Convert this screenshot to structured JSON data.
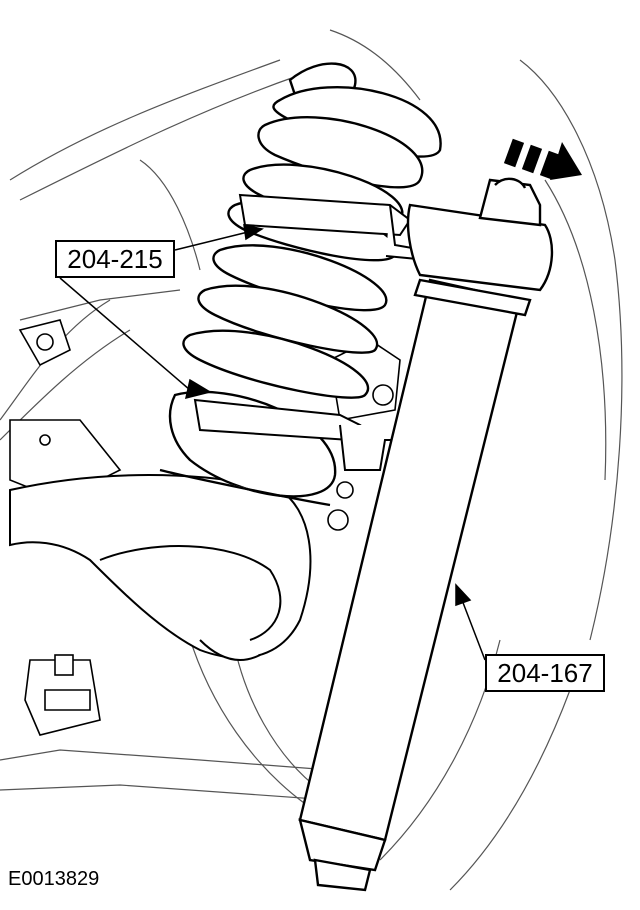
{
  "callouts": {
    "spring_compressor_tool": "204-215",
    "spring_compressor_body": "204-167"
  },
  "figure_id": "E0013829",
  "colors": {
    "ink": "#000000",
    "background": "#ffffff",
    "hidden_lines": "#888888"
  }
}
